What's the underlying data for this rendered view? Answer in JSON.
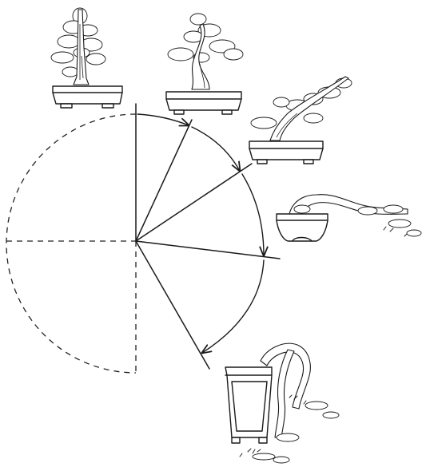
{
  "diagram": {
    "styles": [
      {
        "id": "formal-upright",
        "angle_deg": 0
      },
      {
        "id": "informal-upright",
        "angle_deg": 22
      },
      {
        "id": "slanting",
        "angle_deg": 58
      },
      {
        "id": "semi-cascade",
        "angle_deg": 96
      },
      {
        "id": "cascade",
        "angle_deg": 152
      }
    ],
    "colors": {
      "ink": "#1a1a1a",
      "background": "#ffffff"
    }
  }
}
